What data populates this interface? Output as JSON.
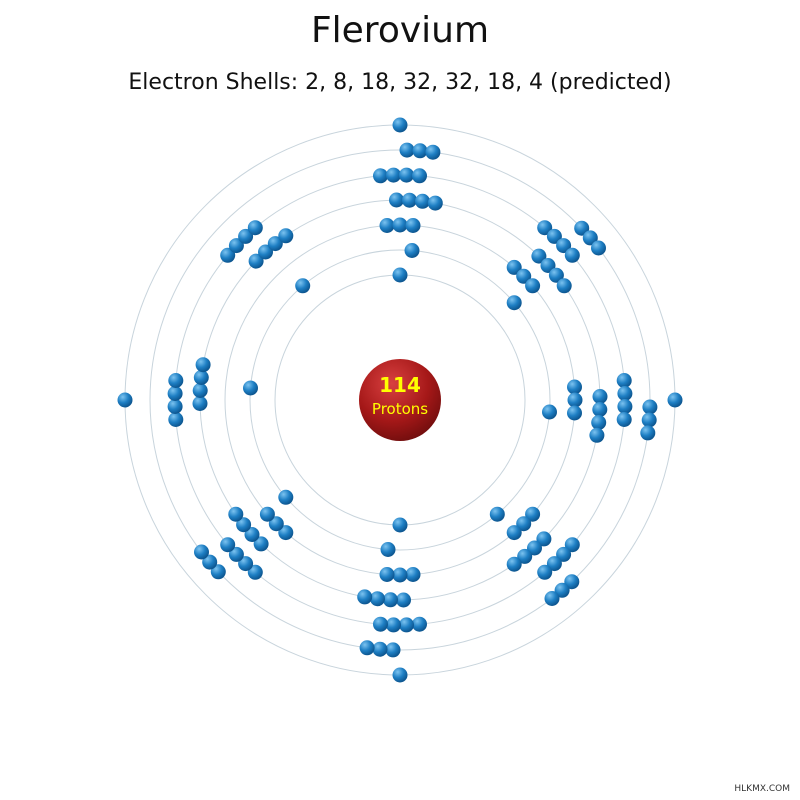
{
  "title": "Flerovium",
  "subtitle": "Electron Shells: 2, 8, 18, 32, 32, 18, 4 (predicted)",
  "nucleus": {
    "number": "114",
    "label": "Protons"
  },
  "shells": [
    2,
    8,
    18,
    32,
    32,
    18,
    4
  ],
  "watermark": "HLKMX.COM",
  "colors": {
    "electron": "#1e7fc4",
    "electron_highlight": "#7cc3f0",
    "orbit": "#c8d4dc",
    "nucleus": "#b01c1c",
    "nucleus_text": "#ffff00"
  }
}
